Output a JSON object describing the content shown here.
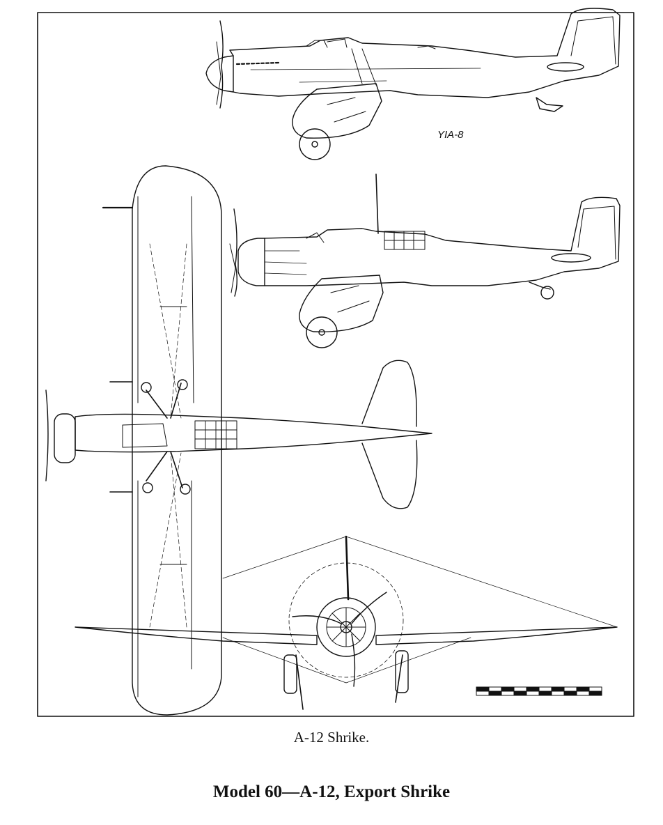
{
  "figure": {
    "views": [
      "side-view-yia8",
      "side-view-a12",
      "top-view",
      "front-view"
    ],
    "side_view_label": "YIA-8",
    "caption": "A-12 Shrike.",
    "title": "Model 60—A-12, Export Shrike",
    "line_color": "#111111",
    "background": "#ffffff"
  }
}
